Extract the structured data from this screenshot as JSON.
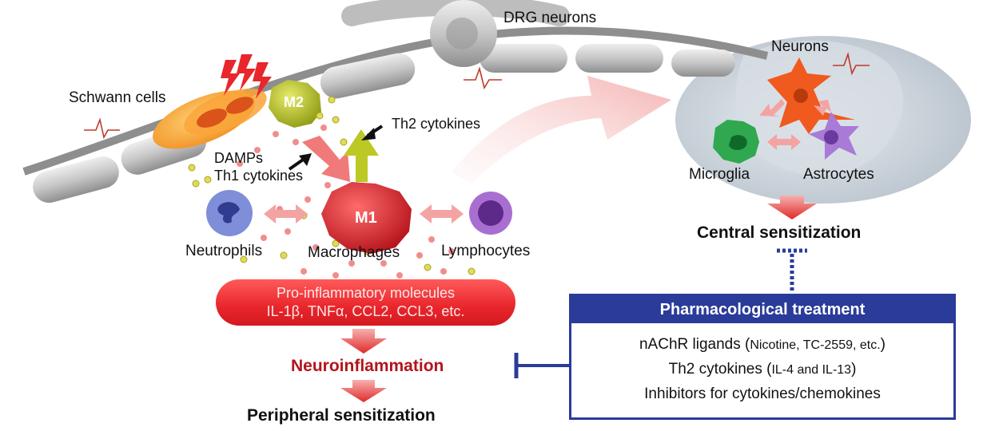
{
  "labels": {
    "drg_neurons": "DRG neurons",
    "schwann_cells": "Schwann cells",
    "m2": "M2",
    "m1": "M1",
    "th2_cytokines": "Th2 cytokines",
    "damps": "DAMPs",
    "th1_cytokines": "Th1 cytokines",
    "neutrophils": "Neutrophils",
    "macrophages": "Macrophages",
    "lymphocytes": "Lymphocytes",
    "neurons": "Neurons",
    "microglia": "Microglia",
    "astrocytes": "Astrocytes",
    "central_sensitization": "Central sensitization",
    "neuroinflammation": "Neuroinflammation",
    "peripheral_sensitization": "Peripheral sensitization"
  },
  "pro_inflammatory": {
    "line1": "Pro-inflammatory molecules",
    "line2": "IL-1β, TNFα, CCL2, CCL3, etc."
  },
  "treatment": {
    "title": "Pharmacological treatment",
    "line1_main": "nAChR ligands (",
    "line1_detail": "Nicotine, TC-2559, etc.",
    "line1_end": ")",
    "line2_main": "Th2 cytokines (",
    "line2_detail": "IL-4 and IL-13",
    "line2_end": ")",
    "line3": "Inhibitors for cytokines/chemokines"
  },
  "colors": {
    "treatment_blue": "#2a3b99",
    "inflammation_red": "#e8262c",
    "neuroinflammation_text": "#b3141b",
    "m2_yellow_green": "#b7c21d",
    "neutrophil_blue": "#5b6bc9",
    "lymphocyte_purple": "#8b4fb8",
    "neuron_orange": "#f05a1e",
    "microglia_green": "#2fa84f",
    "astrocyte_violet": "#9b63c9"
  }
}
